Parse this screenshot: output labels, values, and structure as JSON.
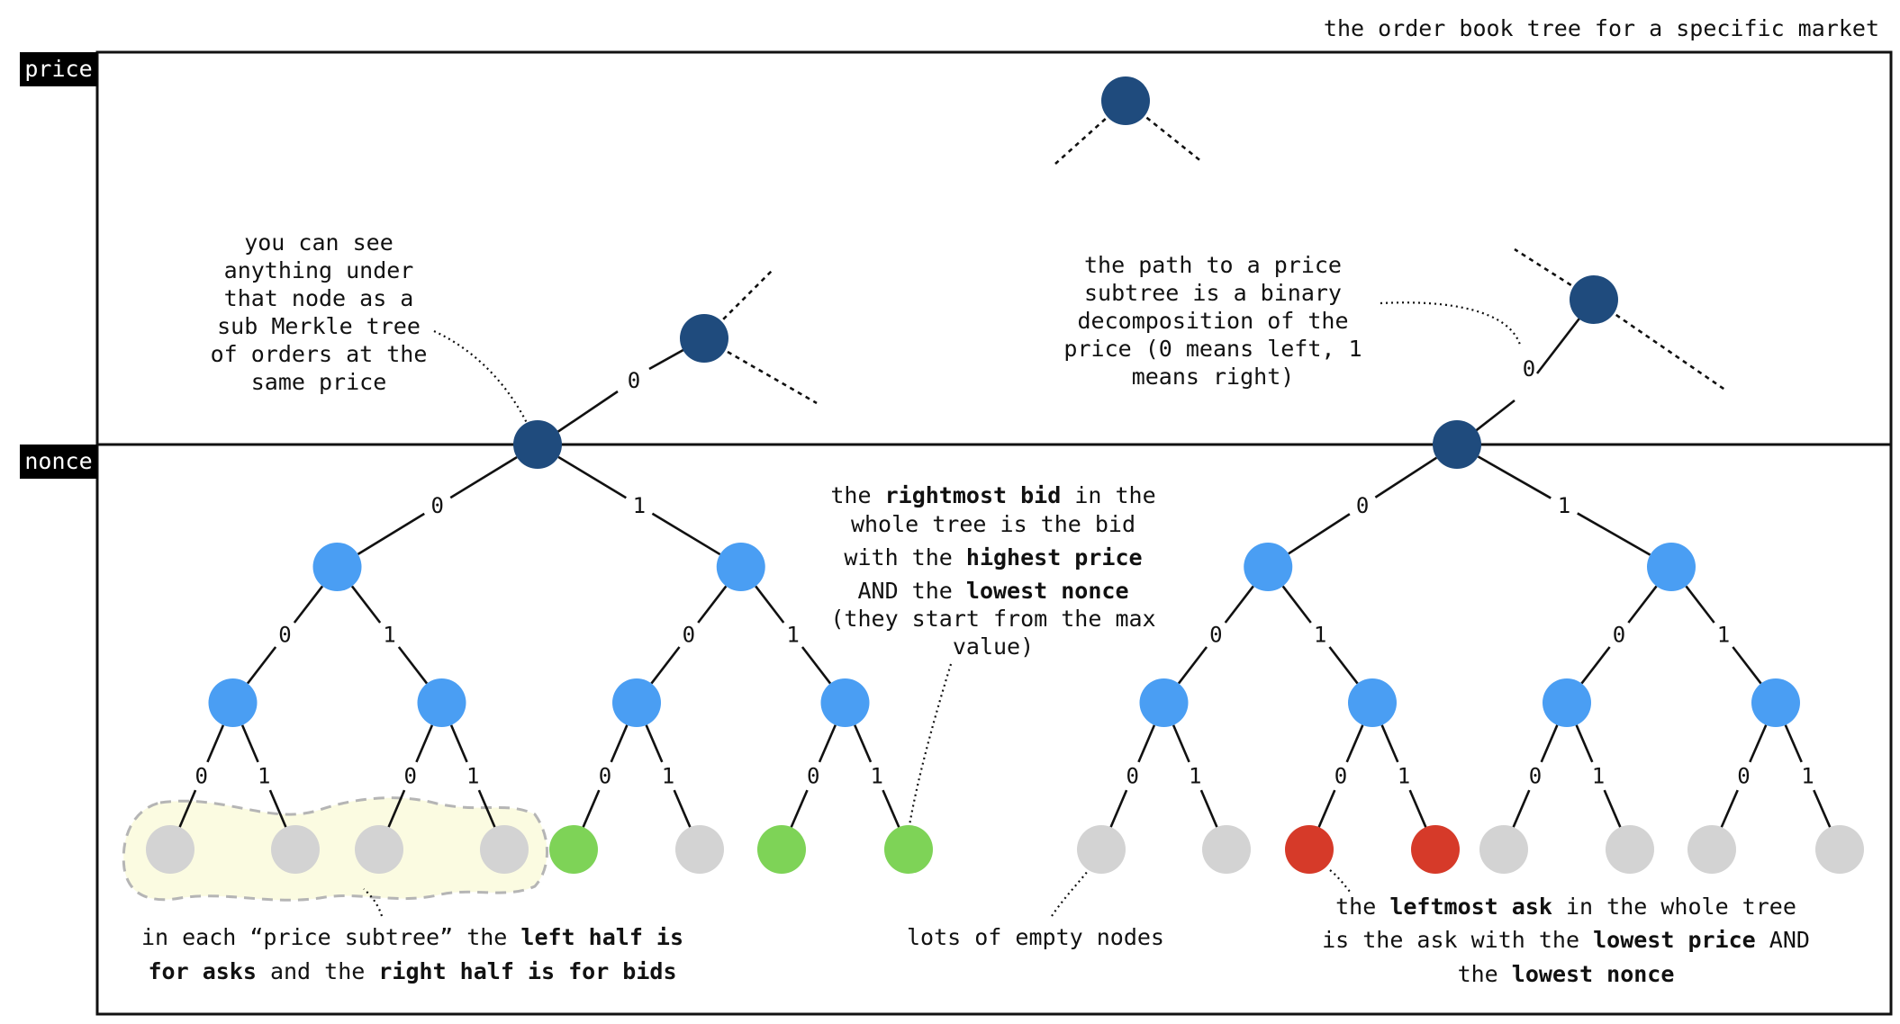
{
  "header": {
    "title": "the order book tree for a specific market"
  },
  "sections": {
    "price_label": "price",
    "nonce_label": "nonce"
  },
  "colors": {
    "root_node": "#1f4b7d",
    "inner_node": "#4a9ef3",
    "empty_leaf": "#d3d3d3",
    "bid_leaf": "#7ed357",
    "ask_leaf": "#d63a29",
    "highlight_fill": "#fbfbe1",
    "highlight_border": "#b5b5b5"
  },
  "tree": {
    "left_subtree_leaves": [
      "empty",
      "empty",
      "empty",
      "empty",
      "bid",
      "empty",
      "bid",
      "bid"
    ],
    "right_subtree_leaves": [
      "empty",
      "empty",
      "ask",
      "ask",
      "empty",
      "empty",
      "empty",
      "empty"
    ],
    "bits": [
      "0",
      "1"
    ]
  },
  "annotations": {
    "subtree_note": [
      "you can see",
      "anything under",
      "that node as a",
      "sub Merkle tree",
      "of orders at the",
      "same price"
    ],
    "path_note": [
      "the path to a price",
      "subtree is a binary",
      "decomposition of the",
      "price (0 means left, 1",
      "means right)"
    ],
    "rightmost_bid_note": {
      "l1_a": "the ",
      "l1_b": "rightmost bid",
      "l1_c": " in the",
      "l2": "whole tree is the bid",
      "l3_a": "with the ",
      "l3_b": "highest price",
      "l4_a": "AND the ",
      "l4_b": "lowest nonce",
      "l5": "(they start from the max",
      "l6": "value)"
    },
    "price_subtree_note": {
      "l1_a": "in each “price subtree” the ",
      "l1_b": "left half is",
      "l2_a": "for asks",
      "l2_b": " and the ",
      "l2_c": "right half is for bids"
    },
    "empty_nodes_note": "lots of empty nodes",
    "leftmost_ask_note": {
      "l1_a": "the ",
      "l1_b": "leftmost ask",
      "l1_c": " in the whole tree",
      "l2_a": "is the ask with the ",
      "l2_b": "lowest price",
      "l2_c": " AND",
      "l3_a": "the ",
      "l3_b": "lowest nonce"
    }
  }
}
